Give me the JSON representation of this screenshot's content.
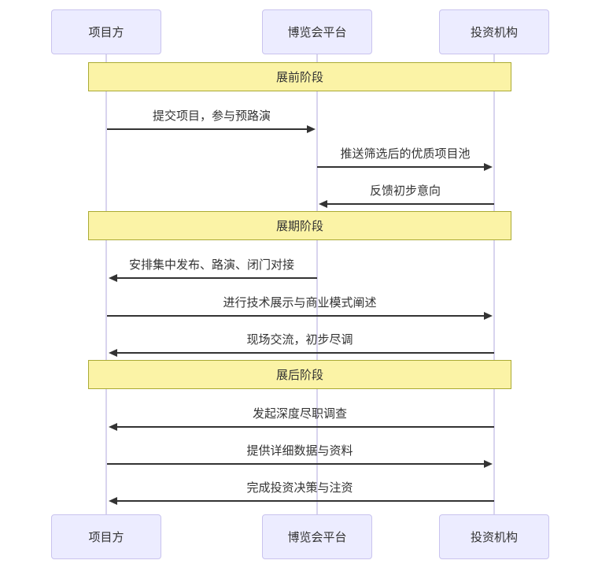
{
  "diagram_type": "sequence",
  "actors": [
    {
      "id": "project-party",
      "label": "项目方"
    },
    {
      "id": "expo-platform",
      "label": "博览会平台"
    },
    {
      "id": "investment-institution",
      "label": "投资机构"
    }
  ],
  "phases": [
    {
      "id": "pre-expo",
      "label": "展前阶段"
    },
    {
      "id": "during-expo",
      "label": "展期阶段"
    },
    {
      "id": "post-expo",
      "label": "展后阶段"
    }
  ],
  "messages": [
    {
      "from": "项目方",
      "to": "博览会平台",
      "direction": "right",
      "label": "提交项目，参与预路演",
      "phase": "展前阶段"
    },
    {
      "from": "博览会平台",
      "to": "投资机构",
      "direction": "right",
      "label": "推送筛选后的优质项目池",
      "phase": "展前阶段"
    },
    {
      "from": "投资机构",
      "to": "博览会平台",
      "direction": "left",
      "label": "反馈初步意向",
      "phase": "展前阶段"
    },
    {
      "from": "博览会平台",
      "to": "项目方",
      "direction": "left",
      "label": "安排集中发布、路演、闭门对接",
      "phase": "展期阶段"
    },
    {
      "from": "项目方",
      "to": "投资机构",
      "direction": "right",
      "label": "进行技术展示与商业模式阐述",
      "phase": "展期阶段"
    },
    {
      "from": "投资机构",
      "to": "项目方",
      "direction": "left",
      "label": "现场交流，初步尽调",
      "phase": "展期阶段"
    },
    {
      "from": "投资机构",
      "to": "项目方",
      "direction": "left",
      "label": "发起深度尽职调查",
      "phase": "展后阶段"
    },
    {
      "from": "项目方",
      "to": "投资机构",
      "direction": "right",
      "label": "提供详细数据与资料",
      "phase": "展后阶段"
    },
    {
      "from": "投资机构",
      "to": "项目方",
      "direction": "left",
      "label": "完成投资决策与注资",
      "phase": "展后阶段"
    }
  ],
  "colors": {
    "actor_fill": "#ECECFF",
    "actor_border": "#C9C3EE",
    "phase_fill": "#FBF3A6",
    "phase_border": "#AAAA33",
    "lifeline": "#D8D4EE",
    "arrow": "#333333",
    "text": "#333333",
    "background": "#FFFFFF"
  }
}
